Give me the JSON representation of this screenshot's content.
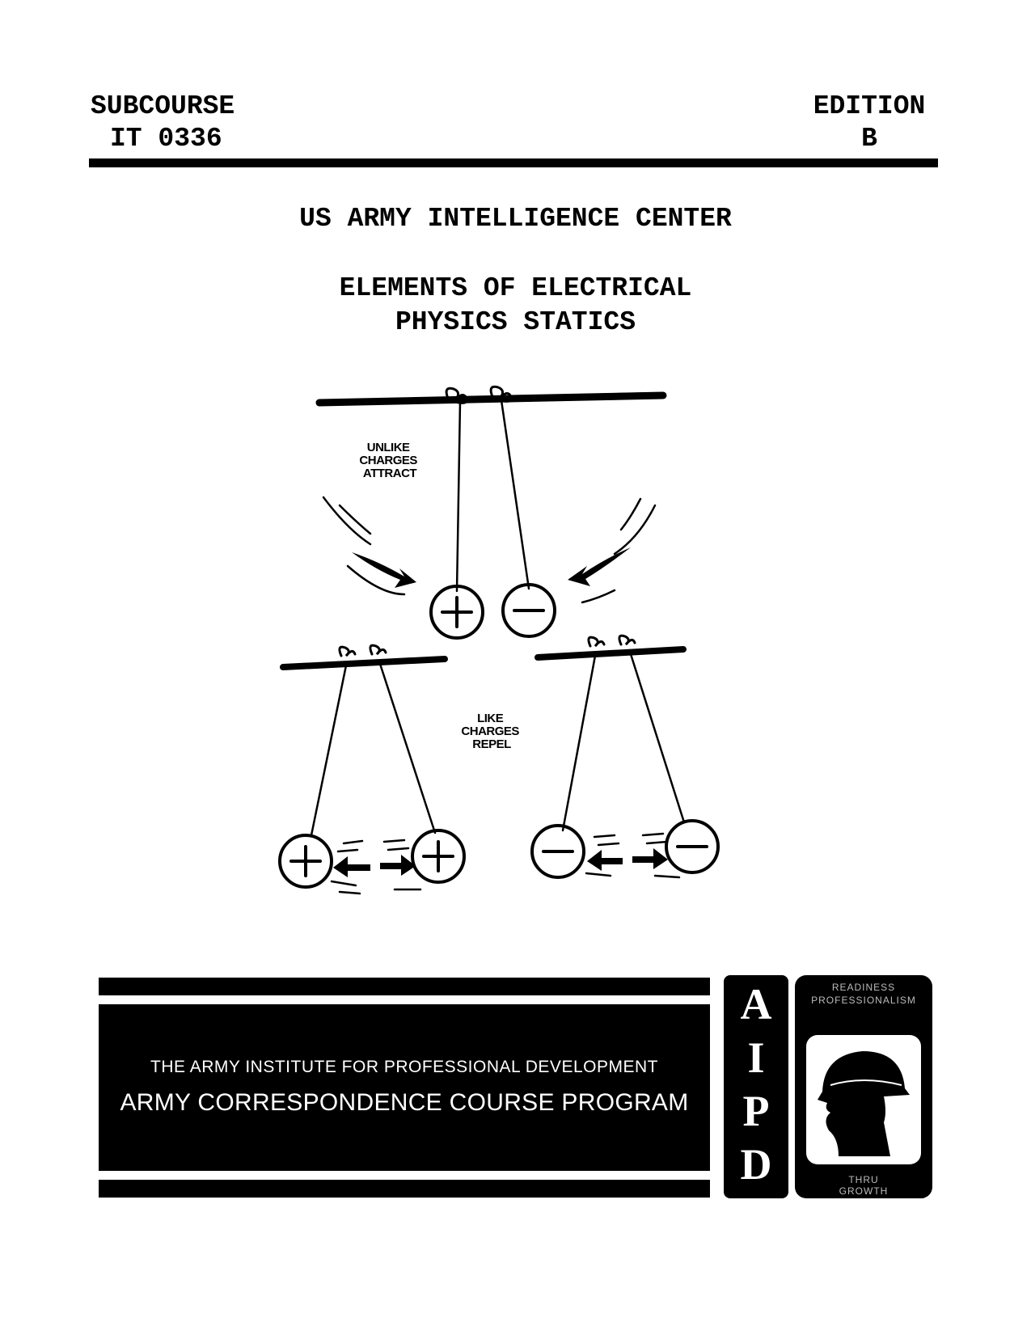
{
  "header": {
    "subcourse_label": "SUBCOURSE",
    "subcourse_number": "IT 0336",
    "edition_label": "EDITION",
    "edition_value": "B"
  },
  "center_name": "US ARMY INTELLIGENCE CENTER",
  "course_title": {
    "line1": "ELEMENTS OF ELECTRICAL",
    "line2": "PHYSICS STATICS"
  },
  "figure": {
    "attract_label": [
      "UNLIKE",
      "CHARGES",
      "ATTRACT"
    ],
    "repel_label": [
      "LIKE",
      "CHARGES",
      "REPEL"
    ],
    "plus_symbol": "+",
    "minus_symbol": "−"
  },
  "footer": {
    "institute": "THE ARMY INSTITUTE FOR PROFESSIONAL DEVELOPMENT",
    "program": "ARMY CORRESPONDENCE COURSE PROGRAM",
    "aipd_letters": [
      "A",
      "I",
      "P",
      "D"
    ],
    "logo_top": [
      "READINESS",
      "PROFESSIONALISM"
    ],
    "logo_bottom": [
      "THRU",
      "GROWTH"
    ]
  }
}
